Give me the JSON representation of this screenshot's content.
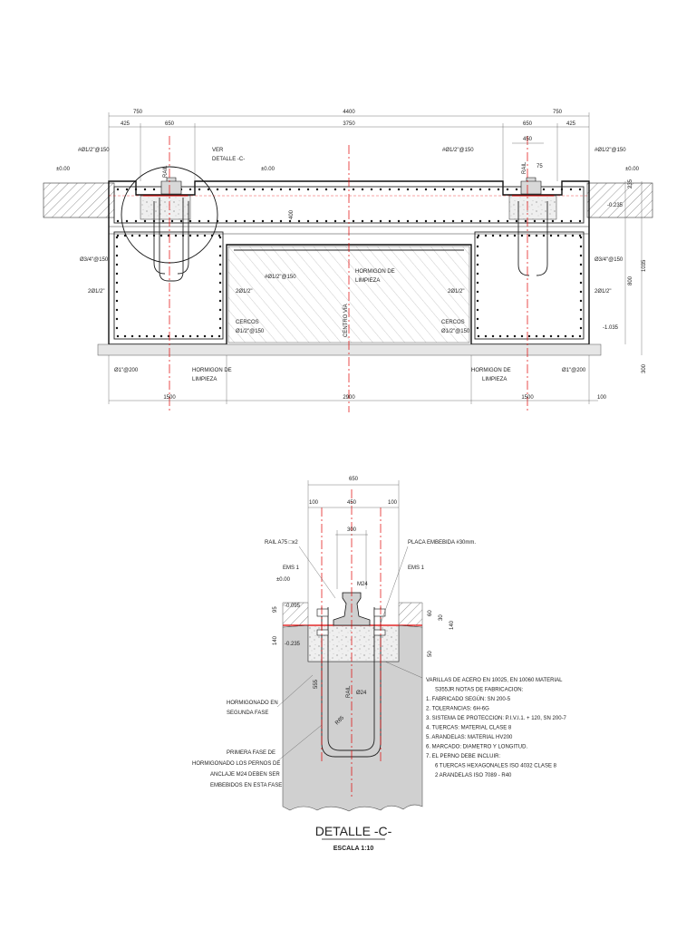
{
  "section": {
    "dims_top": {
      "total": "4400",
      "left_outer": "750",
      "right_outer": "750",
      "left_a": "425",
      "left_b": "650",
      "middle": "3750",
      "right_a": "650",
      "right_b": "425",
      "rail_gauge": "450",
      "small_75": "75"
    },
    "dims_bottom": {
      "left": "1500",
      "middle": "2900",
      "right": "1500",
      "edge": "100"
    },
    "dims_right": {
      "d235": "235",
      "d800": "800",
      "d1035": "1035",
      "d300": "300"
    },
    "labels": {
      "ver_detalle": "VER",
      "ver_detalle2": "DETALLE -C-",
      "level_left": "±0.00",
      "level_mid": "±0.00",
      "level_right": "±0.00",
      "bar_top_left": "#Ø1/2\"@150",
      "bar_top_mid": "#Ø1/2\"@150",
      "bar_top_right": "#Ø1/2\"@150",
      "bar_side_left": "Ø3/4\"@150",
      "bar_side_right": "Ø3/4\"@150",
      "bar_2_left": "2Ø1/2\"",
      "bar_2_right": "2Ø1/2\"",
      "bar_2_inner_left": "2Ø1/2\"",
      "bar_2_inner_right": "2Ø1/2\"",
      "bar_mid_fill": "#Ø1/2\"@150",
      "hormigon_de": "HORMIGON DE",
      "limpieza_top": "LIMPIEZA",
      "cercos_left": "CERCOS",
      "cercos_left_val": "Ø1/2\"@150",
      "cercos_right": "CERCOS",
      "cercos_right_val": "Ø1/2\"@150",
      "bar_bottom_left": "Ø1\"@200",
      "bar_bottom_right": "Ø1\"@200",
      "limpieza_left_1": "HORMIGON DE",
      "limpieza_left_2": "LIMPIEZA",
      "limpieza_right_1": "HORMIGON DE",
      "limpieza_right_2": "LIMPIEZA",
      "level_235": "-0.235",
      "level_1035": "-1.035",
      "rail_left": "RAIL",
      "rail_right": "RAIL",
      "axis_mid": "CENTRO VÍA",
      "dim_400": "400"
    }
  },
  "detail": {
    "dims": {
      "total": "650",
      "left": "100",
      "mid": "450",
      "right": "100",
      "inner": "300",
      "h95": "95",
      "h140_left": "140",
      "h60": "60",
      "h30": "30",
      "h140_right": "140",
      "h50": "50",
      "d555": "555",
      "r85": "R85"
    },
    "labels": {
      "rail": "RAIL A75  □x2",
      "placa": "PLACA EMBEBIDA #30mm.",
      "ems_left": "EMS 1",
      "ems_right": "EMS 1",
      "level_000": "±0.00",
      "level_095": "-0.095",
      "level_235": "-0.235",
      "m24_top": "M24",
      "o24": "Ø24",
      "rail_axis": "RAIL",
      "horm_1": "HORMIGONADO EN",
      "horm_2": "SEGUNDA FASE",
      "prim_1": "PRIMERA FASE DE",
      "prim_2": "HORMIGONADO LOS PERNOS DE",
      "prim_3": "ANCLAJE M24 DEBEN SER",
      "prim_4": "EMBEBIDOS EN ESTA FASE"
    },
    "notes": [
      "VARILLAS DE ACERO EN 10025, EN 10060 MATERIAL",
      "S355JR NOTAS DE FABRICACION:",
      "1. FABRICADO SEGÚN: SN 200-5",
      "2. TOLERANCIAS: 6H-6G",
      "3. SISTEMA DE PROTECCION: P.I.V.I.1. + 120, SN 200-7",
      "4. TUERCAS: MATERIAL CLASE 8",
      "5. ARANDELAS: MATERIAL HV200",
      "6. MARCADO: DIAMETRO Y LONGITUD.",
      "7. EL PERNO DEBE INCLUIR:",
      "6 TUERCAS HEXAGONALES ISO 4032 CLASE 8",
      "2 ARANDELAS ISO 7089 - R40"
    ],
    "title": "DETALLE -C-",
    "scale": "ESCALA 1:10"
  },
  "colors": {
    "axis": "#e00000",
    "hatch": "#9a9a9a",
    "concrete": "#d8d8d8",
    "ground": "#c8c8c8"
  }
}
